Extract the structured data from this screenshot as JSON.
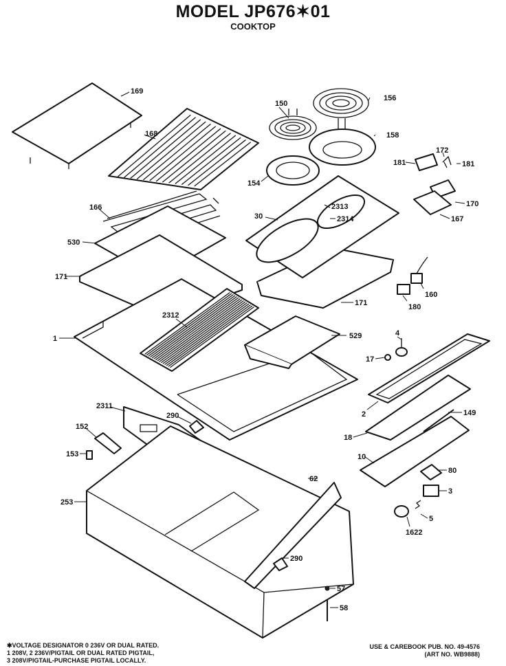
{
  "header": {
    "title": "MODEL JP676✶01",
    "subtitle": "COOKTOP"
  },
  "labels": {
    "p169": "169",
    "p168": "168",
    "p166": "166",
    "p530": "530",
    "p171a": "171",
    "p1": "1",
    "p2312": "2312",
    "p150": "150",
    "p156": "156",
    "p158": "158",
    "p154": "154",
    "p30": "30",
    "p2313": "2313",
    "p2314": "2314",
    "p171b": "171",
    "p529": "529",
    "p181a": "181",
    "p172": "172",
    "p181b": "181",
    "p170": "170",
    "p167": "167",
    "p160": "160",
    "p180": "180",
    "p4": "4",
    "p17": "17",
    "p2": "2",
    "p149": "149",
    "p18": "18",
    "p10": "10",
    "p80": "80",
    "p3": "3",
    "p5": "5",
    "p1622": "1622",
    "p2311": "2311",
    "p290a": "290",
    "p152": "152",
    "p153": "153",
    "p62": "62",
    "p253": "253",
    "p290b": "290",
    "p57": "57",
    "p58": "58"
  },
  "footer": {
    "note_line1": "✱VOLTAGE DESIGNATOR 0 236V OR DUAL RATED.",
    "note_line2": "1 208V, 2 236V/PIGTAIL OR DUAL RATED PIGTAIL,",
    "note_line3": "3 208V/PIGTAIL-PURCHASE PIGTAIL LOCALLY.",
    "pub_line1": "USE & CAREBOOK PUB. NO. 49-4576",
    "pub_line2": "(ART NO. WB9888)"
  }
}
